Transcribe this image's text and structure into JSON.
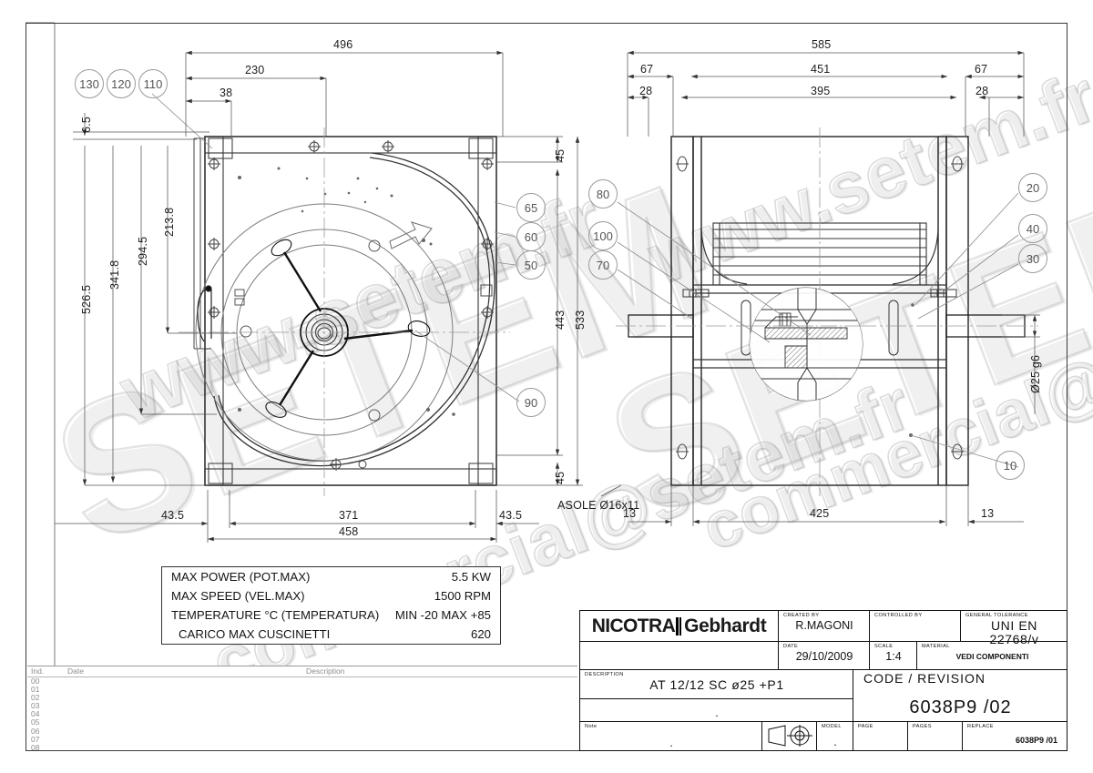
{
  "sheet": {
    "title": "Technical drawing sheet"
  },
  "watermark": {
    "big": "SETEM",
    "url": "www.setem.fr",
    "email": "commercial@setem.fr"
  },
  "left_view": {
    "name": "front-view",
    "top_dims": [
      {
        "value": "496"
      },
      {
        "value": "230"
      },
      {
        "value": "38"
      }
    ],
    "left_dims": [
      {
        "value": "6.5"
      },
      {
        "value": "526.5"
      },
      {
        "value": "341.8"
      },
      {
        "value": "294.5"
      },
      {
        "value": "213.8"
      }
    ],
    "right_dims": [
      {
        "value": "45"
      },
      {
        "value": "443"
      },
      {
        "value": "533"
      },
      {
        "value": "45"
      }
    ],
    "bottom_dims": [
      {
        "value": "43.5"
      },
      {
        "value": "371"
      },
      {
        "value": "43.5"
      },
      {
        "value": "458"
      }
    ],
    "balloons_top": [
      "130",
      "120",
      "110"
    ],
    "balloons_right": [
      "65",
      "60",
      "50",
      "90"
    ],
    "slot_note": "ASOLE Ø16x11"
  },
  "right_view": {
    "name": "section-view",
    "top_dims": [
      {
        "value": "585"
      },
      {
        "value": "67"
      },
      {
        "value": "451"
      },
      {
        "value": "67"
      },
      {
        "value": "28"
      },
      {
        "value": "395"
      },
      {
        "value": "28"
      }
    ],
    "bottom_dims": [
      {
        "value": "13"
      },
      {
        "value": "425"
      },
      {
        "value": "13"
      }
    ],
    "shaft_dim": "Ø25 g6",
    "balloons_left": [
      "80",
      "100",
      "70"
    ],
    "balloons_right": [
      "20",
      "40",
      "30",
      "10"
    ]
  },
  "spec_table": {
    "rows": [
      {
        "label": "MAX POWER (POT.MAX)",
        "value": "5.5 KW"
      },
      {
        "label": "MAX SPEED (VEL.MAX)",
        "value": "1500 RPM"
      },
      {
        "label": "TEMPERATURE °C (TEMPERATURA)",
        "value": "MIN -20 MAX +85"
      },
      {
        "label": "CARICO MAX CUSCINETTI",
        "value": "620"
      }
    ]
  },
  "revision_table": {
    "headers": {
      "ind": "Ind.",
      "date": "Date",
      "description": "Description"
    },
    "rows": [
      "00",
      "01",
      "02",
      "03",
      "04",
      "05",
      "06",
      "07",
      "08"
    ]
  },
  "title_block": {
    "logo": {
      "brand": "NICOTRA",
      "sub": "Gebhardt"
    },
    "created_by": {
      "caption": "CREATED BY",
      "value": "R.MAGONI"
    },
    "controlled_by": {
      "caption": "CONTROLLED BY",
      "value": ""
    },
    "general_tolerance": {
      "caption": "GENERAL TOLERANCE",
      "value": "UNI EN 22768/v"
    },
    "date": {
      "caption": "DATE",
      "value": "29/10/2009"
    },
    "scale": {
      "caption": "SCALE",
      "value": "1:4"
    },
    "material": {
      "caption": "MATERIAL",
      "value": "VEDI COMPONENTI"
    },
    "description": {
      "caption": "DESCRIPTION",
      "value": "AT 12/12 SC ø25 +P1",
      "value2": "."
    },
    "code_revision": {
      "caption": "CODE / REVISION",
      "value": "6038P9 /02"
    },
    "note": {
      "caption": "Note",
      "value": "."
    },
    "projection": {
      "caption": "projection-symbol"
    },
    "model": {
      "caption": "MODEL",
      "value": "."
    },
    "page": {
      "caption": "PAGE",
      "value": ""
    },
    "pages": {
      "caption": "PAGES",
      "value": ""
    },
    "replace": {
      "caption": "REPLACE",
      "value": "6038P9 /01"
    }
  }
}
